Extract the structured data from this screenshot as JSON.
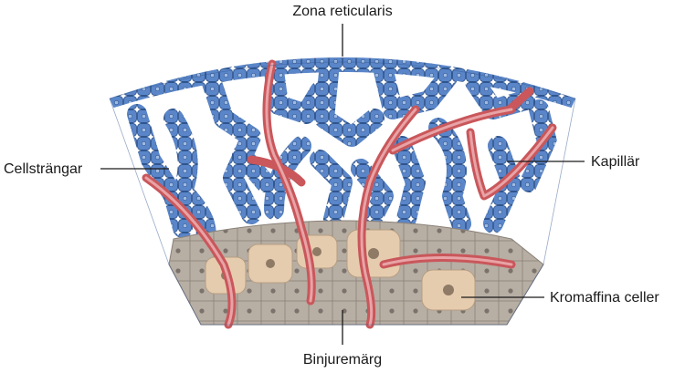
{
  "labels": {
    "zona": "Zona reticularis",
    "cellstrangar": "Cellsträngar",
    "kapillar": "Kapillär",
    "kromaffina": "Kromaffina celler",
    "binjuremarg": "Binjuremärg"
  },
  "colors": {
    "cell_fill": "#5a86c9",
    "cell_outline": "#2f558f",
    "capillary": "#c9575b",
    "capillary_inner": "#e8a3a6",
    "medulla": "#b7aea4",
    "chromaffin": "#e6ccae",
    "chromaffin_nucleus": "#8f7a66"
  }
}
